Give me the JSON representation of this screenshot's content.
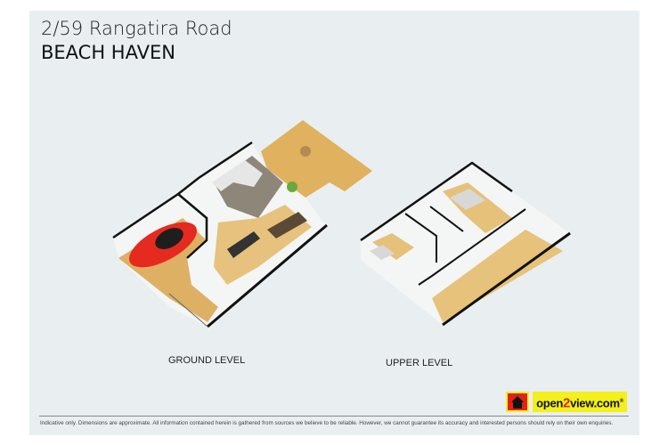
{
  "header": {
    "address": "2/59 Rangatira Road",
    "suburb": "BEACH HAVEN"
  },
  "plans": [
    {
      "label": "GROUND LEVEL"
    },
    {
      "label": "UPPER LEVEL"
    }
  ],
  "logo": {
    "prefix": "open",
    "two": "2",
    "suffix": "view.com",
    "registered": "®",
    "colors": {
      "red": "#e32119",
      "yellow": "#f3f01b"
    }
  },
  "footer": {
    "disclaimer": "Indicative only. Dimensions are approximate. All information contained herein is gathered from sources we believe to be reliable. However, we cannot guarantee its accuracy and interested persons should rely on their own enquiries."
  },
  "colors": {
    "background": "#e9eef1",
    "floor_wood": "#e2b563",
    "wall": "#111111",
    "car": "#e52a20"
  }
}
